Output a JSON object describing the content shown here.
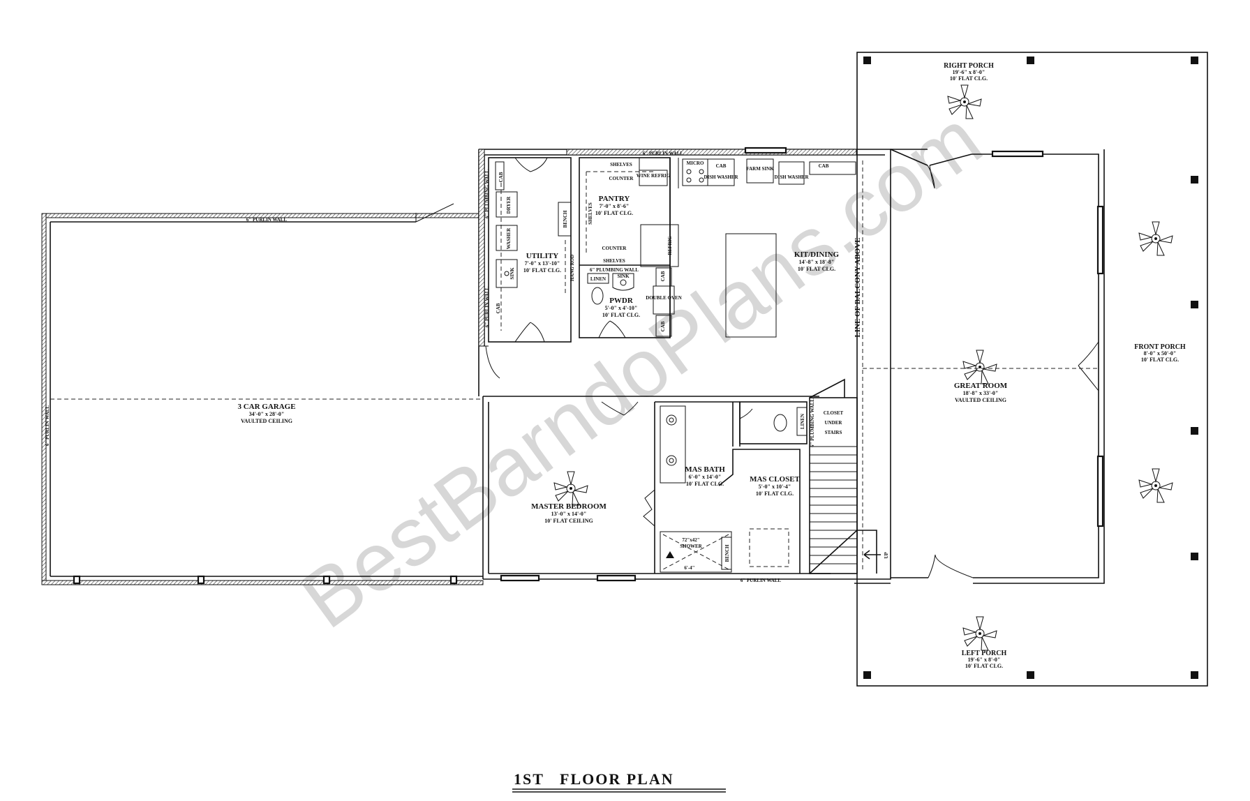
{
  "plan_title": "1ST   FLOOR PLAN",
  "watermark": "BestBarndoPlans.com",
  "rooms": {
    "garage": {
      "name": "3 CAR GARAGE",
      "size": "34'-0\" x 28'-0\"",
      "ceiling": "VAULTED CEILING"
    },
    "utility": {
      "name": "UTILITY",
      "size": "7'-0\" x 13'-10\"",
      "ceiling": "10' FLAT CLG."
    },
    "pantry": {
      "name": "PANTRY",
      "size": "7'-0\" x 8'-6\"",
      "ceiling": "10' FLAT CLG."
    },
    "pwdr": {
      "name": "PWDR",
      "size": "5'-0\" x 4'-10\"",
      "ceiling": "10' FLAT CLG."
    },
    "kitdining": {
      "name": "KIT/DINING",
      "size": "14'-8\" x 18'-8\"",
      "ceiling": "10' FLAT CLG."
    },
    "great_room": {
      "name": "GREAT ROOM",
      "size": "18'-8\" x 33'-0\"",
      "ceiling": "VAULTED CEILING"
    },
    "master_bedroom": {
      "name": "MASTER BEDROOM",
      "size": "13'-0\" x 14'-0\"",
      "ceiling": "10' FLAT CEILING"
    },
    "mas_bath": {
      "name": "MAS BATH",
      "size": "6'-0\" x 14'-0\"",
      "ceiling": "10' FLAT CLG."
    },
    "mas_closet": {
      "name": "MAS CLOSET",
      "size": "5'-0\" x 10'-4\"",
      "ceiling": "10' FLAT CLG."
    },
    "right_porch": {
      "name": "RIGHT PORCH",
      "size": "19'-6\" x 8'-0\"",
      "ceiling": "10' FLAT CLG."
    },
    "left_porch": {
      "name": "LEFT PORCH",
      "size": "19'-6\" x 8'-0\"",
      "ceiling": "10' FLAT CLG."
    },
    "front_porch": {
      "name": "FRONT PORCH",
      "size": "8'-0\" x 50'-0\"",
      "ceiling": "10' FLAT CLG."
    }
  },
  "labels": {
    "purlin_wall": "6\" PURLIN WALL",
    "plumbing_wall": "6\" PLUMBING WALL",
    "balcony": "LINE OF BALCONY ABOVE",
    "shelves": "SHELVES",
    "counter": "COUNTER",
    "wine_refrig": "WINE REFRIG",
    "micro": "MICRO",
    "cab": "CAB",
    "dish_washer": "DISH WASHER",
    "farm_sink": "FARM SINK",
    "refrig": "REFRIG",
    "double_oven": "DOUBLE OVEN",
    "linen": "LINEN",
    "sink": "SINK",
    "dryer": "DRYER",
    "washer": "WASHER",
    "bench": "BENCH",
    "hang_rod": "HANG ROD",
    "closet_under_stairs_1": "CLOSET",
    "closet_under_stairs_2": "UNDER",
    "closet_under_stairs_3": "STAIRS",
    "shower_size": "72\"x42\"",
    "shower": "SHOWER",
    "shower_dim": "6'-4\"",
    "up": "UP"
  }
}
